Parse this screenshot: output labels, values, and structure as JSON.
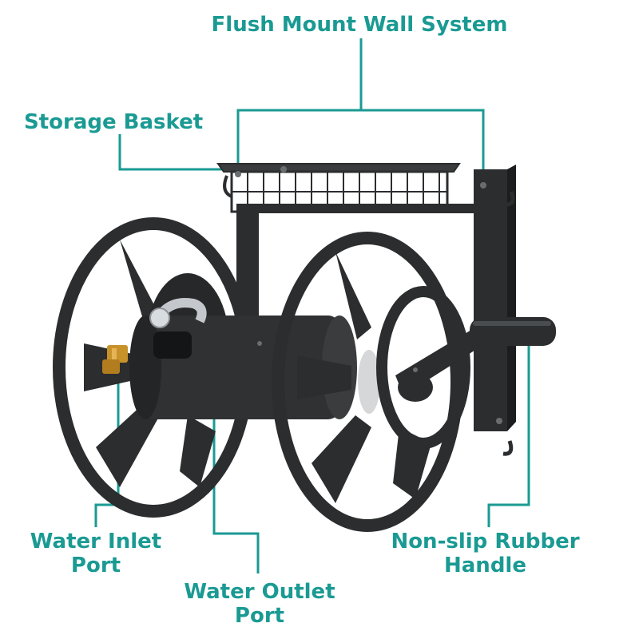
{
  "colors": {
    "accent": "#1a9a93",
    "body": "#2b2d2f",
    "brass": "#c8922a",
    "chrome": "#d9dcdf"
  },
  "labels": {
    "flush_mount": "Flush Mount Wall System",
    "storage_basket": "Storage Basket",
    "water_inlet": [
      "Water Inlet",
      "Port"
    ],
    "water_outlet": [
      "Water Outlet",
      "Port"
    ],
    "handle": [
      "Non-slip Rubber",
      "Handle"
    ]
  }
}
